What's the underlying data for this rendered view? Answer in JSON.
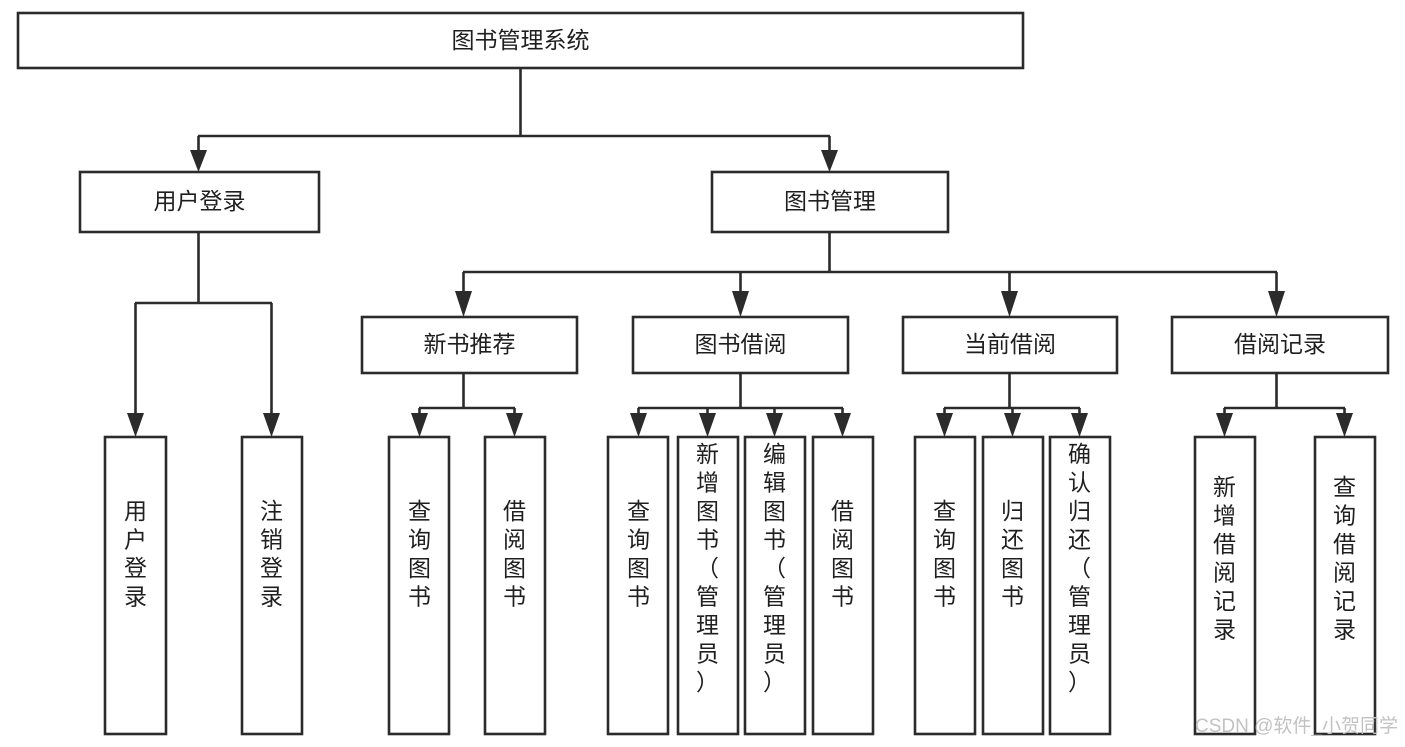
{
  "diagram": {
    "title": "图书管理系统",
    "type": "tree-hierarchy-diagram",
    "watermark": "CSDN @软件_小贺同学",
    "colors": {
      "box_stroke": "#2b2b2b",
      "box_fill": "#ffffff",
      "text": "#1f1f1f",
      "background": "#ffffff",
      "watermark": "#c2c2c2"
    },
    "nodes": {
      "root": {
        "label": "图书管理系统"
      },
      "level2": [
        {
          "id": "user-login",
          "label": "用户登录"
        },
        {
          "id": "book-manage",
          "label": "图书管理"
        }
      ],
      "level3": [
        {
          "id": "new-book-recommend",
          "label": "新书推荐"
        },
        {
          "id": "book-borrow",
          "label": "图书借阅"
        },
        {
          "id": "current-borrow",
          "label": "当前借阅"
        },
        {
          "id": "borrow-record",
          "label": "借阅记录"
        }
      ],
      "leaves": {
        "user-login": [
          {
            "id": "leaf-user-login",
            "label": "用户登录"
          },
          {
            "id": "leaf-logout-login",
            "label": "注销登录"
          }
        ],
        "new-book-recommend": [
          {
            "id": "leaf-query-book-1",
            "label": "查询图书"
          },
          {
            "id": "leaf-borrow-book-1",
            "label": "借阅图书"
          }
        ],
        "book-borrow": [
          {
            "id": "leaf-query-book-2",
            "label": "查询图书"
          },
          {
            "id": "leaf-add-book-admin",
            "label": "新增图书（管理员）"
          },
          {
            "id": "leaf-edit-book-admin",
            "label": "编辑图书（管理员）"
          },
          {
            "id": "leaf-borrow-book-2",
            "label": "借阅图书"
          }
        ],
        "current-borrow": [
          {
            "id": "leaf-query-book-3",
            "label": "查询图书"
          },
          {
            "id": "leaf-return-book",
            "label": "归还图书"
          },
          {
            "id": "leaf-confirm-return-admin",
            "label": "确认归还（管理员）"
          }
        ],
        "borrow-record": [
          {
            "id": "leaf-add-borrow-record",
            "label": "新增借阅记录"
          },
          {
            "id": "leaf-query-borrow-record",
            "label": "查询借阅记录"
          }
        ]
      }
    }
  }
}
